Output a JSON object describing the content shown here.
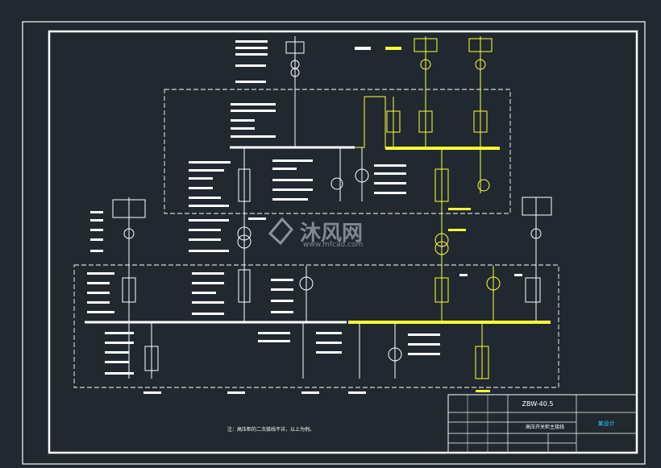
{
  "title_block": {
    "model": "ZBW-40.5",
    "drawing_name": "高压开关柜主接线",
    "sheet_label": "某设计",
    "note": "注：高压柜的二次接线不详，以上为例。"
  },
  "watermark": {
    "brand": "沐风网",
    "url": "www.mfcad.com"
  },
  "colors": {
    "background": "#212830",
    "line_white": "#ffffff",
    "line_yellow": "#ffff33",
    "watermark": "#8a93a0"
  }
}
